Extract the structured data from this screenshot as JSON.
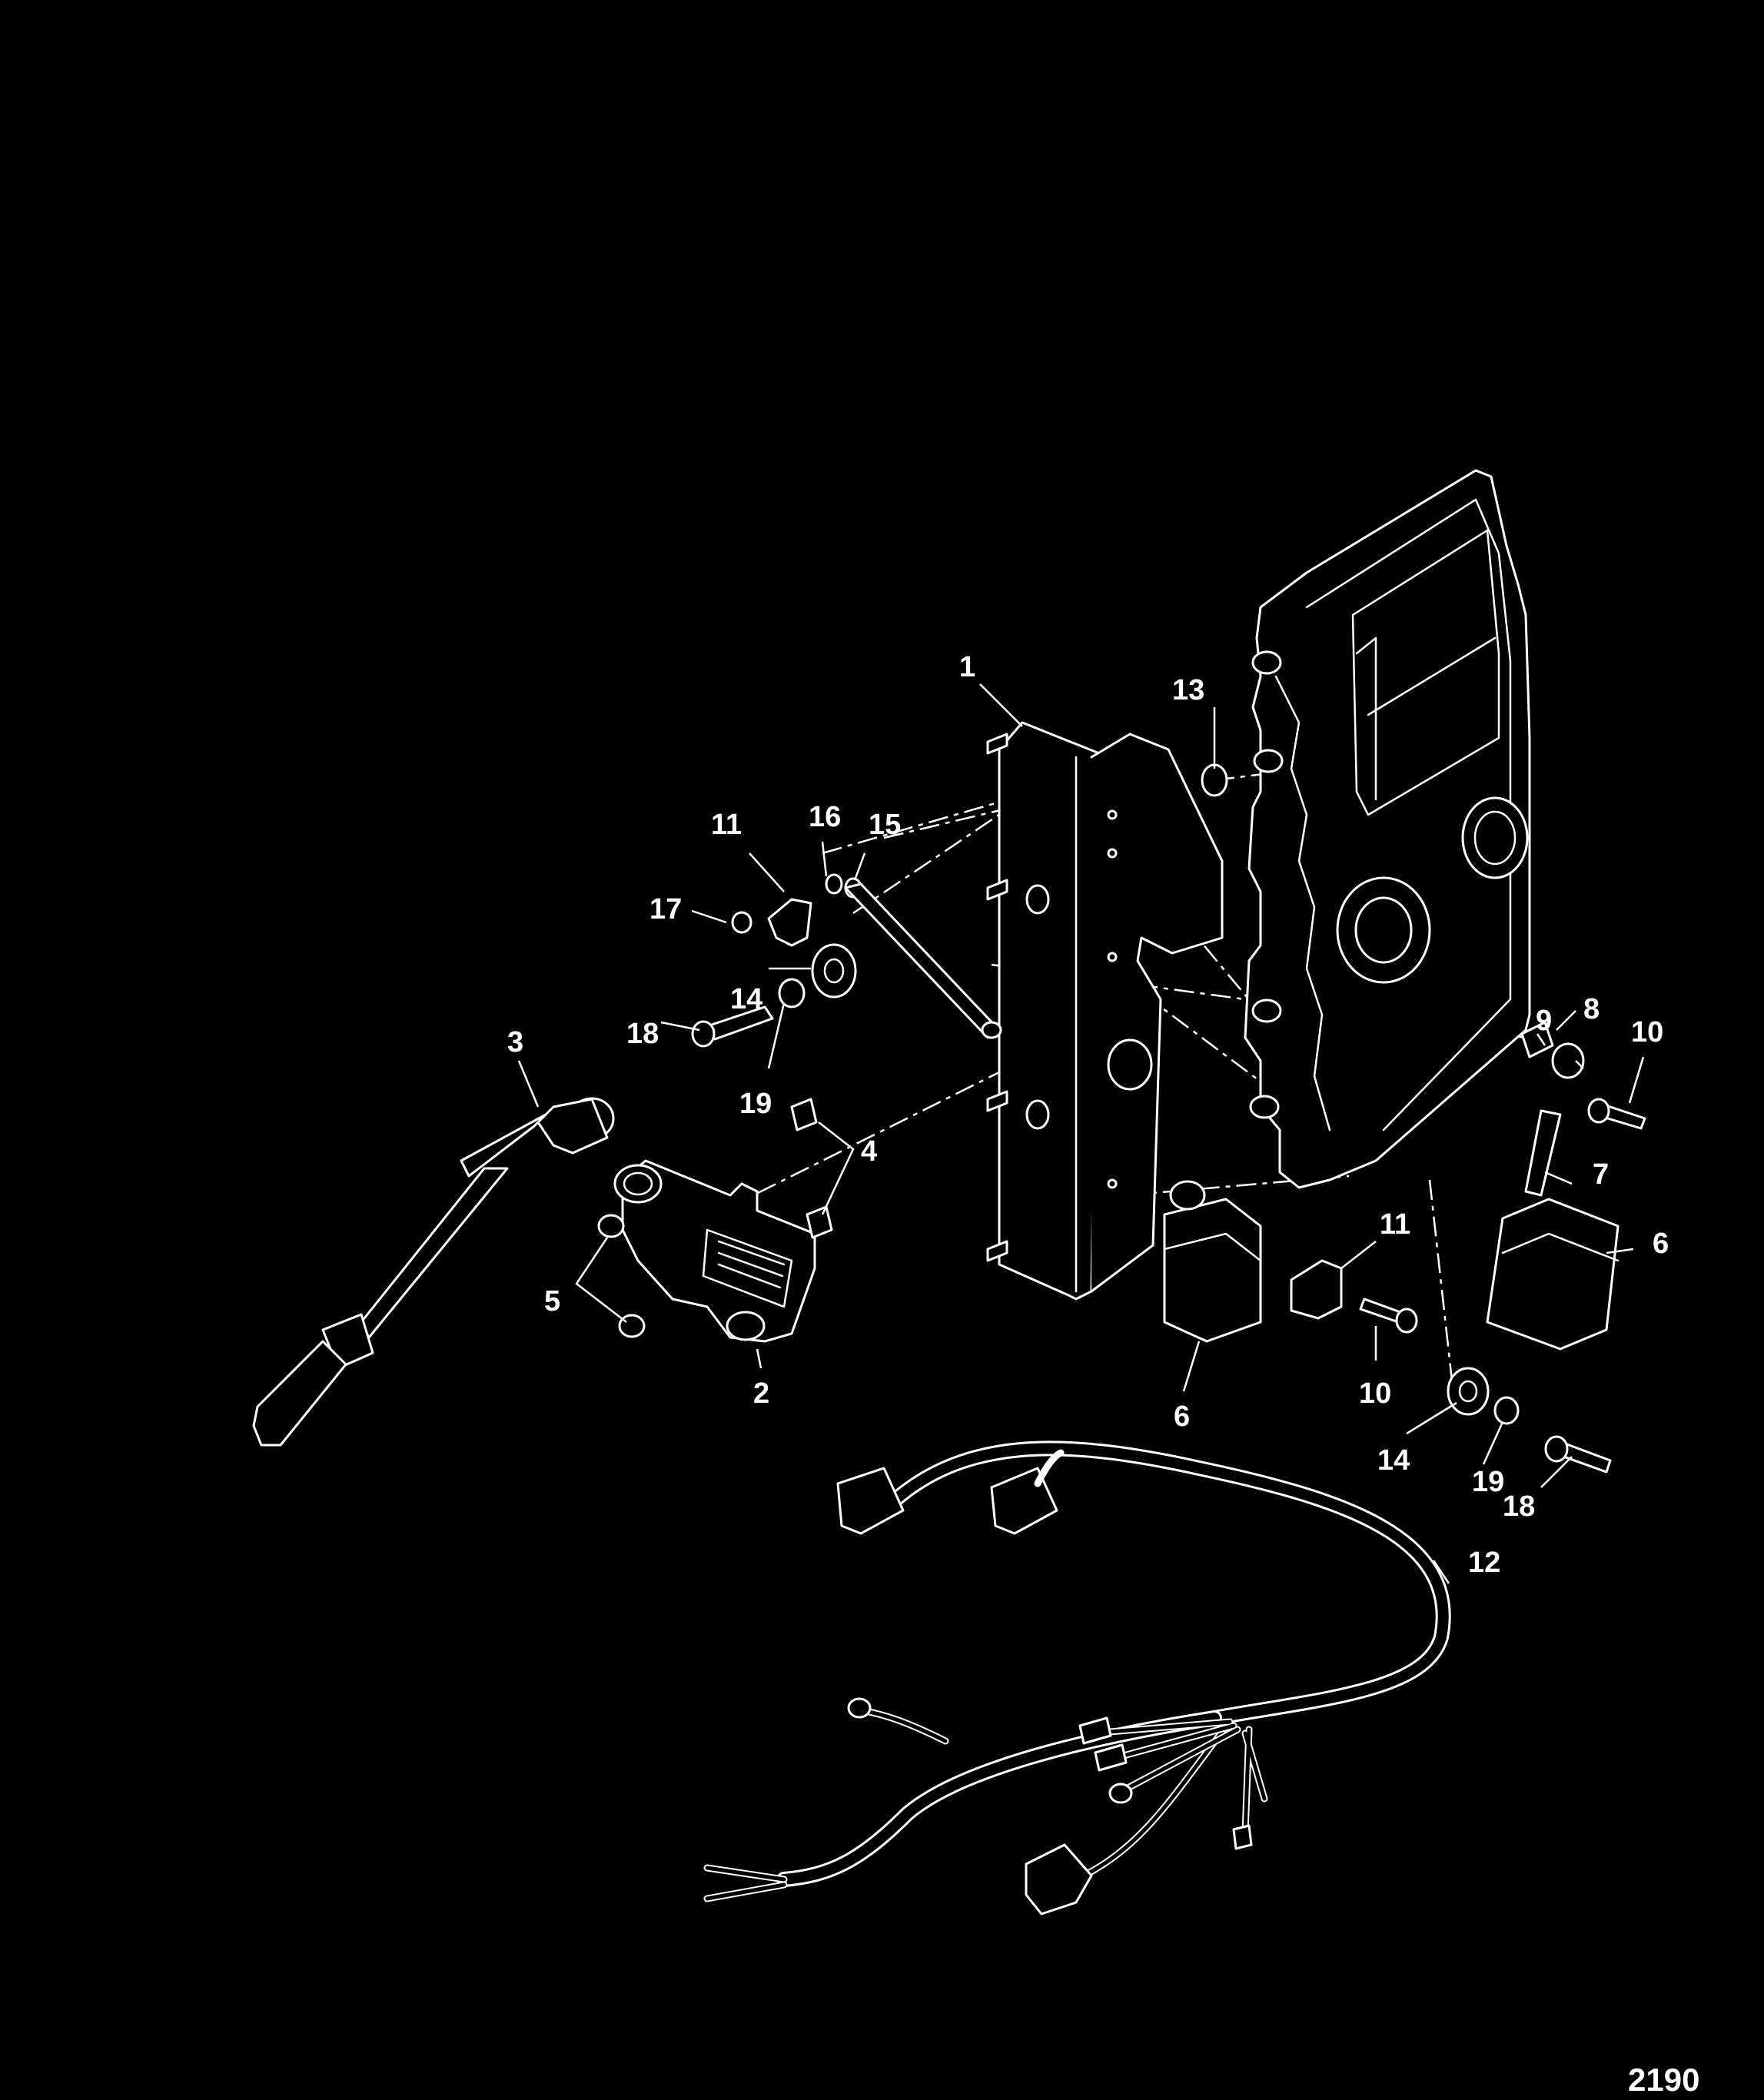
{
  "figure_number": "2190",
  "callouts": [
    "1",
    "2",
    "3",
    "4",
    "5",
    "6",
    "6",
    "7",
    "8",
    "9",
    "10",
    "10",
    "11",
    "11",
    "12",
    "13",
    "14",
    "14",
    "15",
    "16",
    "17",
    "18",
    "18",
    "19",
    "19"
  ],
  "icons": {
    "ecm_cover": "ecm-cover-icon",
    "mounting_bracket": "bracket-icon",
    "ignition_coil": "ignition-coil-icon",
    "spark_plug_lead": "spark-plug-lead-icon",
    "relay": "relay-icon",
    "wire_harness": "wire-harness-icon"
  },
  "colors": {
    "background": "#000000",
    "linework": "#ffffff"
  }
}
